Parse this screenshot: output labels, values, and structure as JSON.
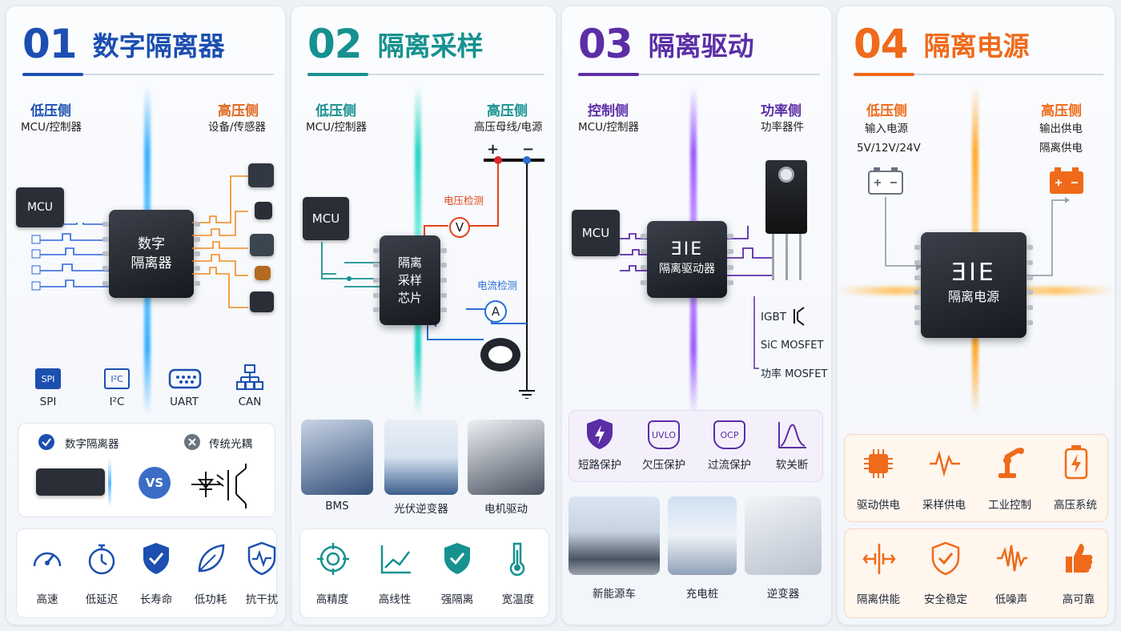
{
  "colors": {
    "blue": "#1c4fb0",
    "teal": "#16918f",
    "purple": "#5b2ea6",
    "orange": "#ef6a1a"
  },
  "panels": {
    "p1": {
      "num": "01",
      "title": "数字隔离器",
      "left_head": "低压侧",
      "left_sub": "MCU/控制器",
      "right_head": "高压侧",
      "right_sub": "设备/传感器",
      "mcu": "MCU",
      "chip": [
        "数字",
        "隔离器"
      ],
      "protocols": [
        {
          "icon": "SPI",
          "label": "SPI"
        },
        {
          "icon": "I²C",
          "label": "I²C"
        },
        {
          "icon": "uart-port-icon",
          "label": "UART"
        },
        {
          "icon": "can-network-icon",
          "label": "CAN"
        }
      ],
      "compare": {
        "left": "数字隔离器",
        "vs": "VS",
        "right": "传统光耦"
      },
      "features": [
        "高速",
        "低延迟",
        "长寿命",
        "低功耗",
        "抗干扰"
      ]
    },
    "p2": {
      "num": "02",
      "title": "隔离采样",
      "left_head": "低压侧",
      "left_sub": "MCU/控制器",
      "right_head": "高压侧",
      "right_sub": "高压母线/电源",
      "mcu": "MCU",
      "chip": [
        "隔离",
        "采样",
        "芯片"
      ],
      "plus": "+",
      "minus": "−",
      "voltage": "电压检测",
      "voltage_sym": "V",
      "current": "电流检测",
      "current_sym": "A",
      "apps": [
        "BMS",
        "光伏逆变器",
        "电机驱动"
      ],
      "features": [
        "高精度",
        "高线性",
        "强隔离",
        "宽温度"
      ]
    },
    "p3": {
      "num": "03",
      "title": "隔离驱动",
      "left_head": "控制侧",
      "left_sub": "MCU/控制器",
      "right_head": "功率侧",
      "right_sub": "功率器件",
      "mcu": "MCU",
      "chip": "隔离驱动器",
      "chip_logo": "ƎIE",
      "devices": [
        "IGBT",
        "SiC MOSFET",
        "功率 MOSFET"
      ],
      "protections": [
        {
          "icon": "lightning-shield-icon",
          "label": "短路保护"
        },
        {
          "icon": "UVLO",
          "label": "欠压保护"
        },
        {
          "icon": "OCP",
          "label": "过流保护"
        },
        {
          "icon": "soft-curve-icon",
          "label": "软关断"
        }
      ],
      "apps": [
        "新能源车",
        "充电桩",
        "逆变器"
      ]
    },
    "p4": {
      "num": "04",
      "title": "隔离电源",
      "left_head": "低压侧",
      "left_sub": [
        "输入电源",
        "5V/12V/24V"
      ],
      "right_head": "高压侧",
      "right_sub": [
        "输出供电",
        "隔离供电"
      ],
      "chip": "隔离电源",
      "chip_logo": "ƎIE",
      "apps": [
        "驱动供电",
        "采样供电",
        "工业控制",
        "高压系统"
      ],
      "features": [
        "隔离供能",
        "安全稳定",
        "低噪声",
        "高可靠"
      ]
    }
  }
}
